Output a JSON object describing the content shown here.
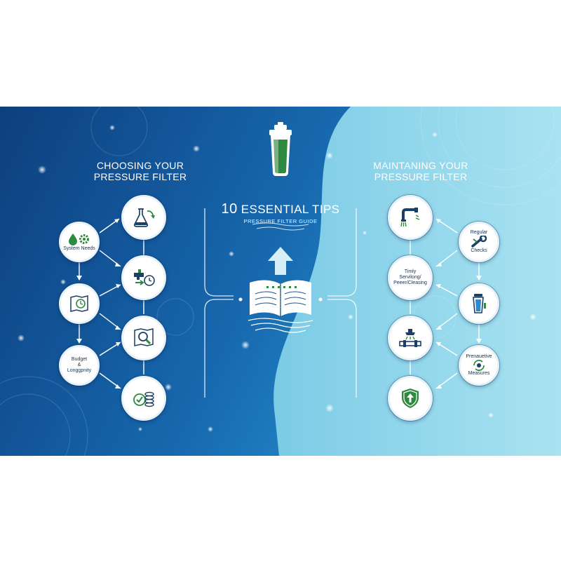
{
  "left_panel": {
    "title_line1": "CHOOSING YOUR",
    "title_line2": "PRESSURE FILTER",
    "nodes": {
      "system_needs": "System Needs",
      "budget_line1": "Budget",
      "budget_line2": "&",
      "budget_line3": "Longgpnity"
    }
  },
  "center": {
    "tips_count": "10",
    "tips_title": "ESSENTIAL TIPS",
    "subtitle": "PRESSURE FILTER GUIDE"
  },
  "right_panel": {
    "title_line1": "MAINTANING YOUR",
    "title_line2": "PRESSURE FILTER",
    "nodes": {
      "regular_line1": "Regular",
      "regular_line2": "Checks",
      "timely_line1": "Timly",
      "timely_line2": "Servilong/",
      "timely_line3": "Peeer/Cleasing",
      "preventive_line1": "Prenauetive",
      "preventive_line2": "Measures"
    }
  },
  "colors": {
    "dark_blue": "#0f4f92",
    "mid_blue": "#1d7cc4",
    "light_cyan": "#8fd6ea",
    "accent_green": "#2e8a3e",
    "icon_navy": "#1c3f66"
  }
}
